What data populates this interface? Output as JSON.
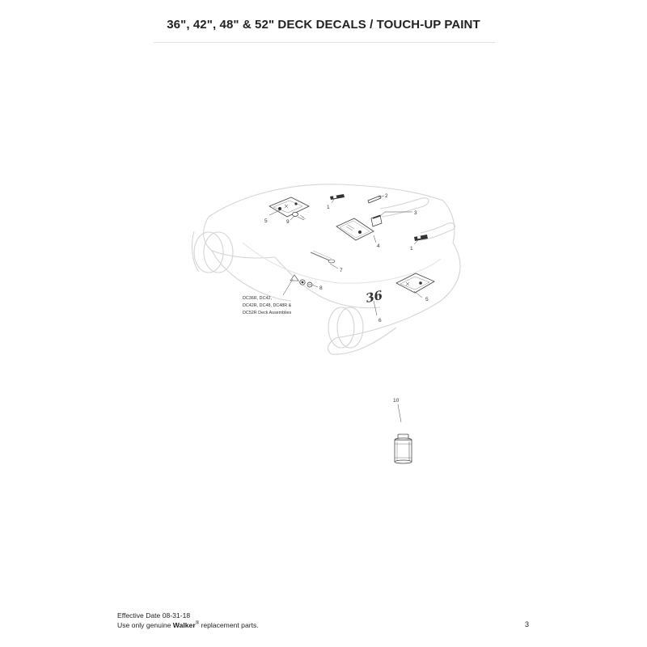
{
  "title": "36\", 42\", 48\" & 52\" DECK DECALS / TOUCH-UP PAINT",
  "callouts": {
    "c1a": "1",
    "c1b": "1",
    "c2": "2",
    "c3": "3",
    "c4": "4",
    "c5a": "5",
    "c5b": "5",
    "c6": "6",
    "c7": "7",
    "c8": "8",
    "c9": "9",
    "c10": "10"
  },
  "deck_size_decal": "36",
  "assembly_note": {
    "line1": "DC36R, DC42,",
    "line2": "DC42R, DC48, DC48R &",
    "line3": "DC52R Deck Assemblies"
  },
  "footer": {
    "effective_date": "Effective Date 08-31-18",
    "use_prefix": "Use only genuine ",
    "brand": "Walker",
    "registered": "®",
    "use_suffix": " replacement parts."
  },
  "page_number": "3"
}
